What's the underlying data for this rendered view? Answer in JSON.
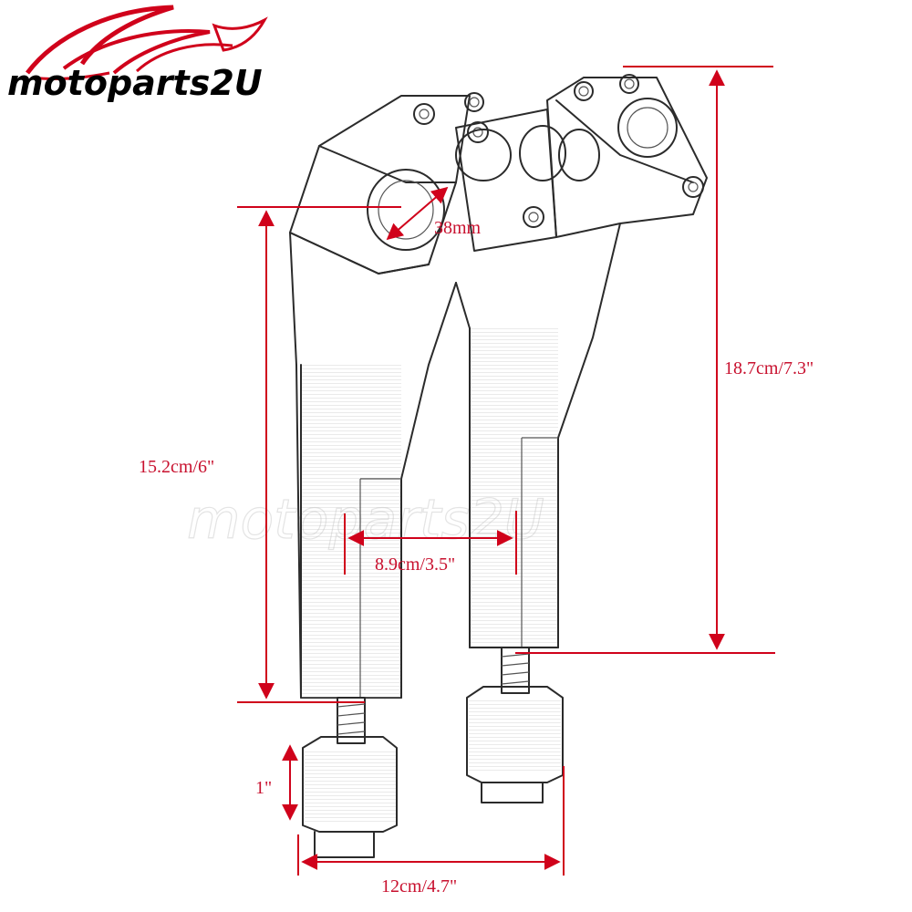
{
  "brand": {
    "logo_text": "motoparts2U",
    "logo_color": "#000000",
    "accent_color": "#d0021b"
  },
  "dimensions": {
    "clamp_diameter": "38mm",
    "overall_height": "18.7cm/7.3\"",
    "rise_height": "15.2cm/6\"",
    "center_spacing": "8.9cm/3.5\"",
    "bolt_nut_height": "1\"",
    "base_width": "12cm/4.7\""
  },
  "colors": {
    "dimension": "#d0021b",
    "sketch": "#2b2b2b"
  }
}
